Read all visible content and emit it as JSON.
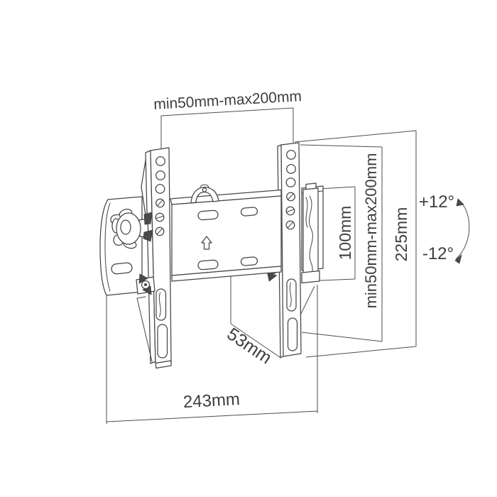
{
  "diagram": {
    "kind": "tilting TV wall-mount bracket, dimensioned line drawing",
    "labels": {
      "top_width_range": "min50mm-max200mm",
      "vesa_hole_spacing": "100mm",
      "side_height_range": "min50mm-max200mm",
      "overall_height": "225mm",
      "tilt_up": "+12°",
      "tilt_down": "-12°",
      "bracket_depth": "53mm",
      "overall_width": "243mm"
    },
    "colors": {
      "line": "#454545",
      "dimension_line": "#4e4e4e",
      "text": "#3e3e3e",
      "background": "#ffffff"
    }
  }
}
